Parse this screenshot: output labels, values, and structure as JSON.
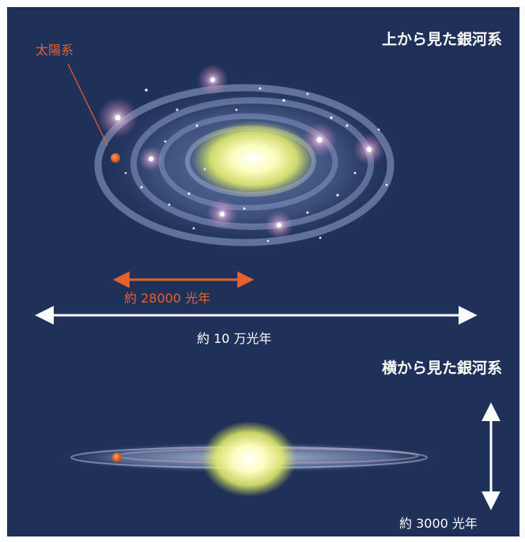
{
  "top_view": {
    "title": "上から見た銀河系",
    "sun_label": "太陽系",
    "distance_label": "約 28000 光年",
    "width_label": "約 10 万光年"
  },
  "side_view": {
    "title": "横から見た銀河系",
    "thickness_label": "約 3000 光年"
  },
  "colors": {
    "background": "#1f3158",
    "accent": "#e8602c",
    "core": "#fbfdbe",
    "arrow": "#ffffff"
  }
}
